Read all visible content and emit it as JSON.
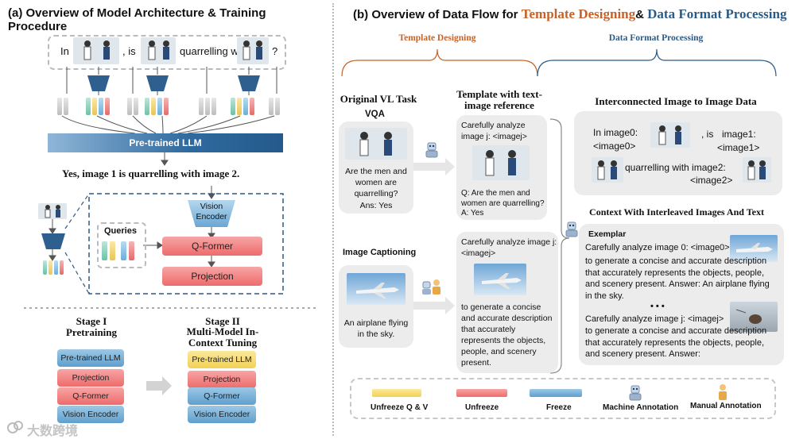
{
  "left": {
    "title": "(a) Overview of Model Architecture & Training Procedure",
    "sentence": {
      "w1": "In",
      "w2": ", is",
      "w3": "quarrelling with",
      "w4": "?"
    },
    "llm_label": "Pre-trained LLM",
    "output_text": "Yes, image 1 is quarrelling with image 2.",
    "vision_encoder": "Vision Encoder",
    "queries": "Queries",
    "qformer": "Q-Former",
    "projection": "Projection",
    "stage1": {
      "title": "Stage I",
      "subtitle": "Pretraining",
      "bars": [
        "Pre-trained LLM",
        "Projection",
        "Q-Former",
        "Vision Encoder"
      ]
    },
    "stage2": {
      "title": "Stage II",
      "subtitle": "Multi-Model In-Context Tuning",
      "bars": [
        "Pre-trained LLM",
        "Projection",
        "Q-Former",
        "Vision Encoder"
      ]
    },
    "watermark": "大数跨境"
  },
  "right": {
    "title_prefix": "(b) Overview of Data Flow for ",
    "title_a": "Template Designing",
    "title_amp": "& ",
    "title_b": "Data Format Processing",
    "brace_a": "Template Designing",
    "brace_b": "Data Format Processing",
    "col_original": "Original VL Task",
    "col_template": "Template with text-image reference",
    "vqa": {
      "title": "VQA",
      "q": "Are the men and women are quarrelling?",
      "a": "Ans: Yes"
    },
    "vqa_template": {
      "head": "Carefully analyze image j: <imagej>",
      "q": "Q: Are the men and women are quarrelling?",
      "a": "A: Yes"
    },
    "caption": {
      "title": "Image Captioning",
      "text": "An airplane flying in the sky."
    },
    "caption_template": {
      "head": "Carefully analyze image j: <imagej>",
      "body": "to generate a concise and accurate description that accurately represents the objects, people, and scenery present."
    },
    "interconnected": {
      "title": "Interconnected Image to Image Data",
      "l1a": "In image0:",
      "l1b": "<image0>",
      "l1c": ", is",
      "l1d": "image1:",
      "l1e": "<image1>",
      "l2a": "quarrelling with image2:",
      "l2b": "<image2>"
    },
    "context": {
      "title": "Context With Interleaved Images And Text",
      "exemplar": "Exemplar",
      "p1head": "Carefully analyze image 0: <image0>",
      "p1body": "to generate a concise and accurate description that accurately represents the objects, people, and scenery present.  Answer: An airplane flying in the sky.",
      "dots": "• • •",
      "p2head": "Carefully analyze image j: <imagej>",
      "p2body": "to generate a concise and accurate description that accurately represents the objects, people, and scenery present.  Answer:"
    },
    "legend": {
      "unfreeze_qv": "Unfreeze Q & V",
      "unfreeze": "Unfreeze",
      "freeze": "Freeze",
      "machine": "Machine  Annotation",
      "manual": "Manual  Annotation"
    }
  },
  "colors": {
    "orange": "#c5622a",
    "navy": "#2b5a86",
    "llm_bar": "#2f6a9e"
  }
}
